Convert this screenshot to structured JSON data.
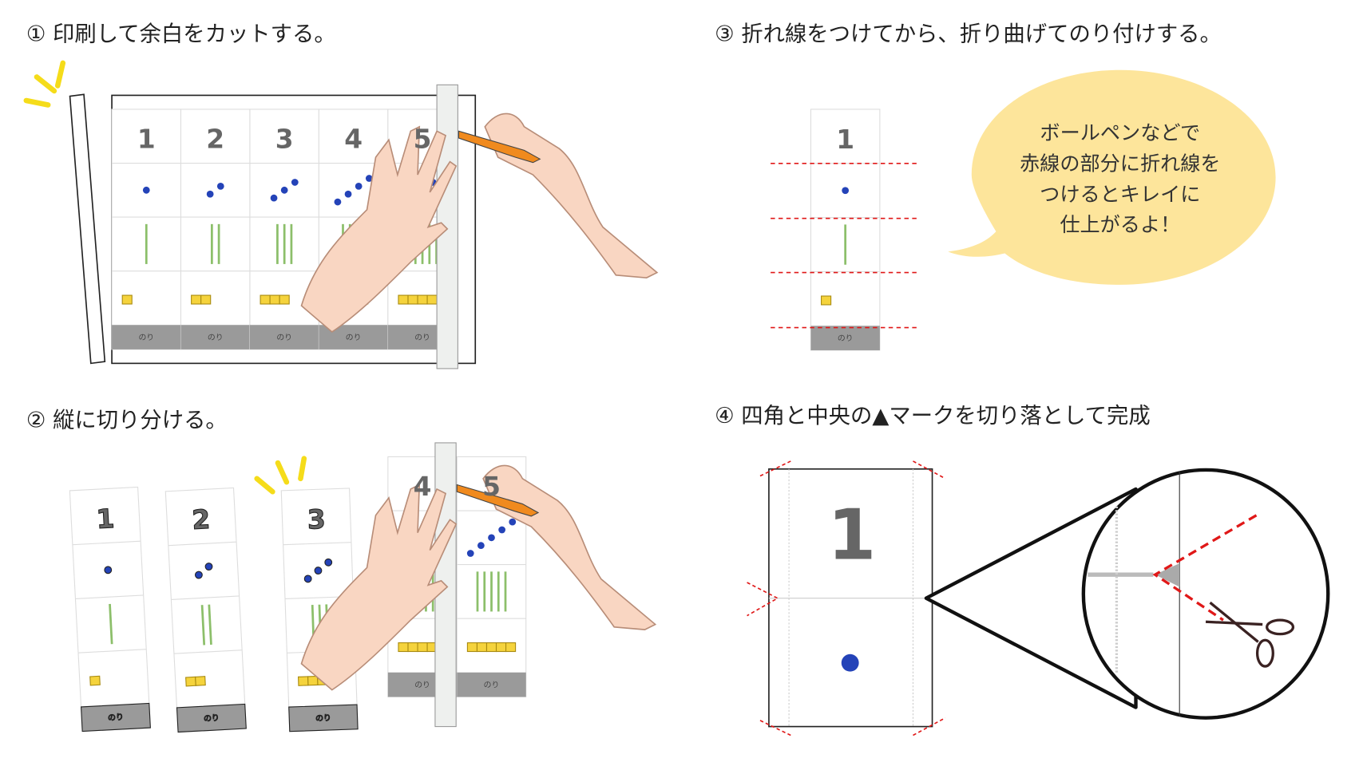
{
  "steps": [
    {
      "title": "① 印刷して余白をカットする。"
    },
    {
      "title": "② 縦に切り分ける。"
    },
    {
      "title": "③ 折れ線をつけてから、折り曲げてのり付けする。"
    },
    {
      "title": "④ 四角と中央の▲マークを切り落として完成"
    }
  ],
  "cards": {
    "numbers": [
      "1",
      "2",
      "3",
      "4",
      "5"
    ],
    "glue_label": "のり"
  },
  "bubble": {
    "lines": [
      "ボールペンなどで",
      "赤線の部分に折れ線を",
      "つけるとキレイに",
      "仕上がるよ！"
    ]
  },
  "colors": {
    "dot": "#2443b8",
    "line": "#8cbf6a",
    "block": "#f5d33c",
    "glue": "#9a9a9a",
    "bubble": "#fde59b",
    "fold_line": "#e01818",
    "burst": "#f5dc1a"
  }
}
